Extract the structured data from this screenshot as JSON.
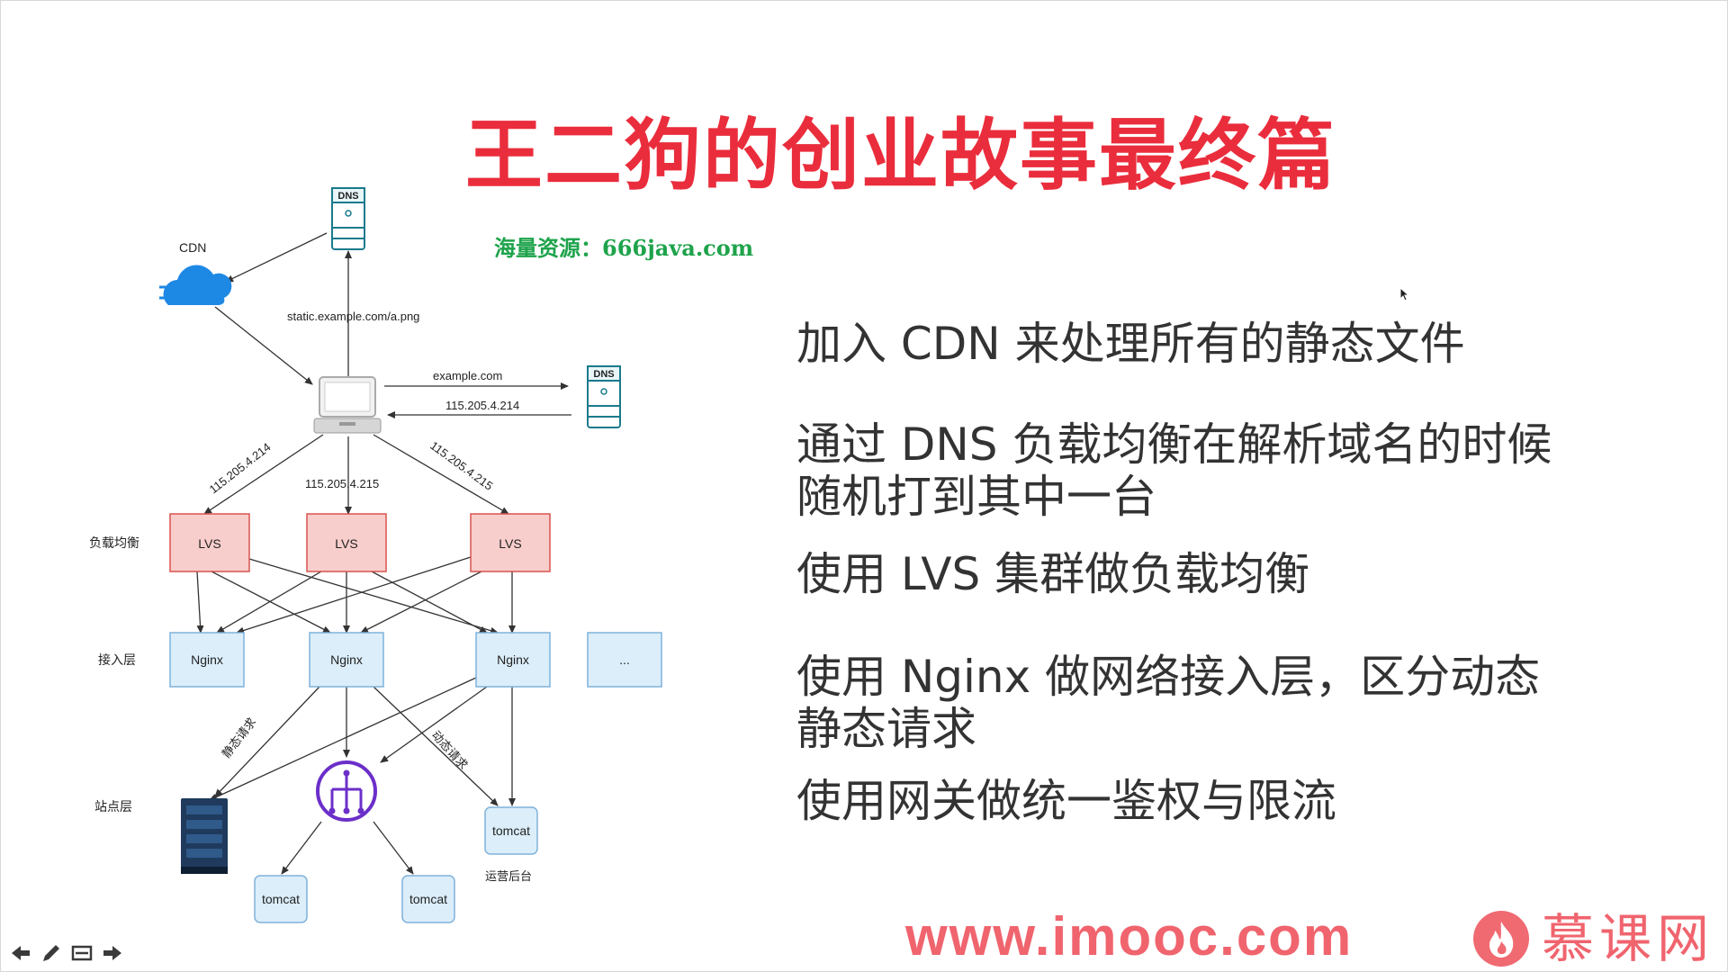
{
  "slide": {
    "title": "王二狗的创业故事最终篇",
    "watermark": "海量资源：666java.com",
    "bullets": [
      {
        "lines": [
          "加入 CDN 来处理所有的静态文件"
        ]
      },
      {
        "lines": [
          "通过 DNS  负载均衡在解析域名的时候",
          "随机打到其中一台"
        ]
      },
      {
        "lines": [
          "使用 LVS 集群做负载均衡"
        ]
      },
      {
        "lines": [
          "使用 Nginx 做网络接入层，区分动态",
          "静态请求"
        ]
      },
      {
        "lines": [
          "使用网关做统一鉴权与限流"
        ]
      }
    ]
  },
  "diagram": {
    "dns_label": "DNS",
    "dns2_label": "DNS",
    "cdn_label": "CDN",
    "static_url": "static.example.com/a.png",
    "example_domain": "example.com",
    "ip_return": "115.205.4.214",
    "ip_left": "115.205.4.214",
    "ip_middle": "115.205.4.215",
    "ip_right": "115.205.4.215",
    "layer_lb": "负载均衡",
    "layer_access": "接入层",
    "layer_site": "站点层",
    "lvs_label": "LVS",
    "nginx_label": "Nginx",
    "more_label": "...",
    "static_req": "静态请求",
    "dynamic_req": "动态请求",
    "tomcat_label": "tomcat",
    "ops_backend": "运营后台"
  },
  "colors": {
    "title": "#ea2d3c",
    "watermark": "#1ea34b",
    "lvs_fill": "#f8cecc",
    "lvs_stroke": "#d9544f",
    "nginx_fill": "#dbeefa",
    "nginx_stroke": "#7fb2da",
    "brand": "#f0646e",
    "gateway": "#6b2fc9"
  },
  "branding": {
    "url": "www.imooc.com",
    "name": "慕课网"
  },
  "toolbar": {
    "icons": [
      "arrow-left-icon",
      "pen-icon",
      "slides-icon",
      "arrow-right-icon"
    ]
  }
}
